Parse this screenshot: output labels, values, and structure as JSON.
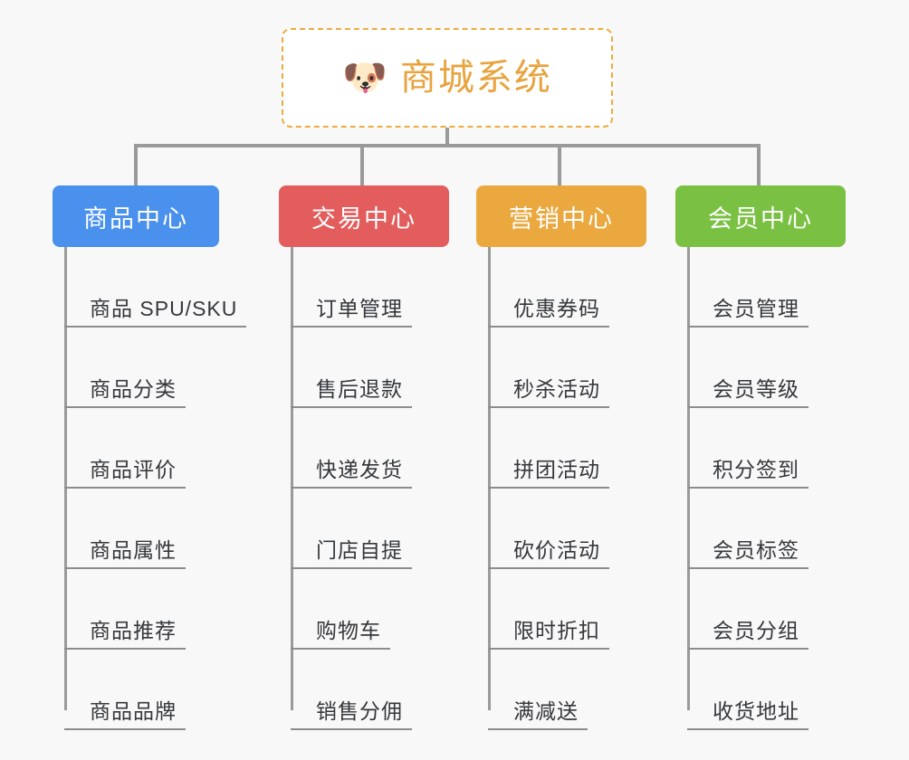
{
  "root": {
    "icon": "dog-face-icon",
    "emoji": "🐶",
    "title": "商城系统",
    "border_color": "#eeab3d",
    "title_color": "#e8a33d"
  },
  "connector_color": "#9a9a9a",
  "background_color": "#f8f8f8",
  "columns": [
    {
      "id": "product-center",
      "header": "商品中心",
      "color": "#4a90ed",
      "items": [
        "商品 SPU/SKU",
        "商品分类",
        "商品评价",
        "商品属性",
        "商品推荐",
        "商品品牌"
      ]
    },
    {
      "id": "trade-center",
      "header": "交易中心",
      "color": "#e35d5d",
      "items": [
        "订单管理",
        "售后退款",
        "快递发货",
        "门店自提",
        "购物车",
        "销售分佣"
      ]
    },
    {
      "id": "marketing-center",
      "header": "营销中心",
      "color": "#eaa83e",
      "items": [
        "优惠券码",
        "秒杀活动",
        "拼团活动",
        "砍价活动",
        "限时折扣",
        "满减送"
      ]
    },
    {
      "id": "member-center",
      "header": "会员中心",
      "color": "#7ac143",
      "items": [
        "会员管理",
        "会员等级",
        "积分签到",
        "会员标签",
        "会员分组",
        "收货地址"
      ]
    }
  ]
}
